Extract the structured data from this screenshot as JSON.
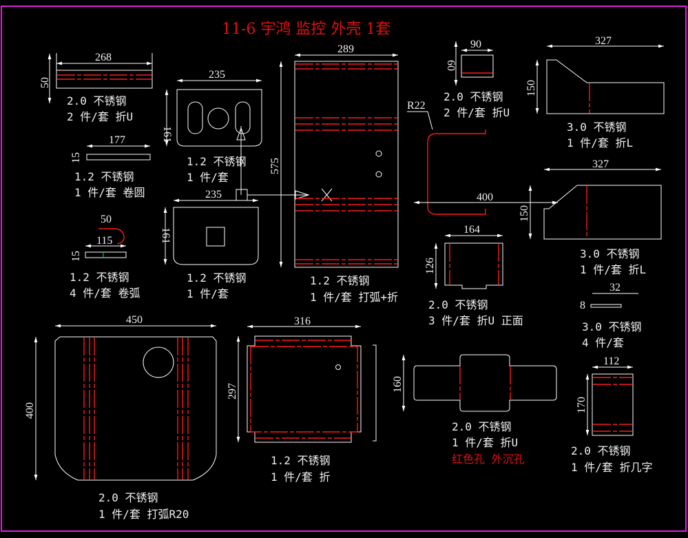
{
  "title": "11-6 宇鸿 监控 外壳 1套",
  "colors": {
    "background": "#000000",
    "frame": "#e020e0",
    "line": "#ffffff",
    "bend": "#ff1a1a",
    "title": "#e01010"
  },
  "parts": [
    {
      "id": "strip-268",
      "dims": [
        "268",
        "50"
      ],
      "material": "2.0 不锈钢",
      "qty": "2 件/套 折U"
    },
    {
      "id": "strip-177",
      "dims": [
        "177",
        "15"
      ],
      "material": "1.2 不锈钢",
      "qty": "1 件/套 卷圆"
    },
    {
      "id": "strip-115",
      "dims": [
        "50",
        "115",
        "15"
      ],
      "material": "1.2 不锈钢",
      "qty": "4 件/套 卷弧"
    },
    {
      "id": "plate-235-top",
      "dims": [
        "235",
        "161"
      ],
      "material": "1.2 不锈钢",
      "qty": "1 件/套"
    },
    {
      "id": "plate-235-bottom",
      "dims": [
        "235",
        "161"
      ],
      "material": "1.2 不锈钢",
      "qty": "1 件/套"
    },
    {
      "id": "panel-289",
      "dims": [
        "289",
        "575"
      ],
      "material": "1.2 不锈钢",
      "qty": "1 件/套 打弧+折"
    },
    {
      "id": "bracket-90",
      "dims": [
        "90",
        "60"
      ],
      "material": "2.0 不锈钢",
      "qty": "2 件/套 折U"
    },
    {
      "id": "profile-r22",
      "dims": [
        "R22",
        "400"
      ]
    },
    {
      "id": "plate-327-a",
      "dims": [
        "327",
        "150"
      ],
      "material": "3.0 不锈钢",
      "qty": "1 件/套 折L"
    },
    {
      "id": "plate-327-b",
      "dims": [
        "327",
        "150"
      ],
      "material": "3.0 不锈钢",
      "qty": "1 件/套 折L"
    },
    {
      "id": "front-164",
      "dims": [
        "164",
        "126"
      ],
      "material": "2.0 不锈钢",
      "qty": "3 件/套 折U 正面"
    },
    {
      "id": "clip-32",
      "dims": [
        "32",
        "8"
      ],
      "material": "3.0 不锈钢",
      "qty": "4 件/套"
    },
    {
      "id": "base-450",
      "dims": [
        "450",
        "400"
      ],
      "material": "2.0 不锈钢",
      "qty": "1 件/套 打弧R20"
    },
    {
      "id": "cover-316",
      "dims": [
        "316",
        "297"
      ],
      "material": "1.2 不锈钢",
      "qty": "1 件/套 折"
    },
    {
      "id": "bracket-160",
      "dims": [
        "160"
      ],
      "material": "2.0 不锈钢",
      "qty": "1 件/套 折U",
      "note": "红色孔 外沉孔"
    },
    {
      "id": "plate-112",
      "dims": [
        "112",
        "170"
      ],
      "material": "2.0 不锈钢",
      "qty": "1 件/套 折几字"
    }
  ]
}
